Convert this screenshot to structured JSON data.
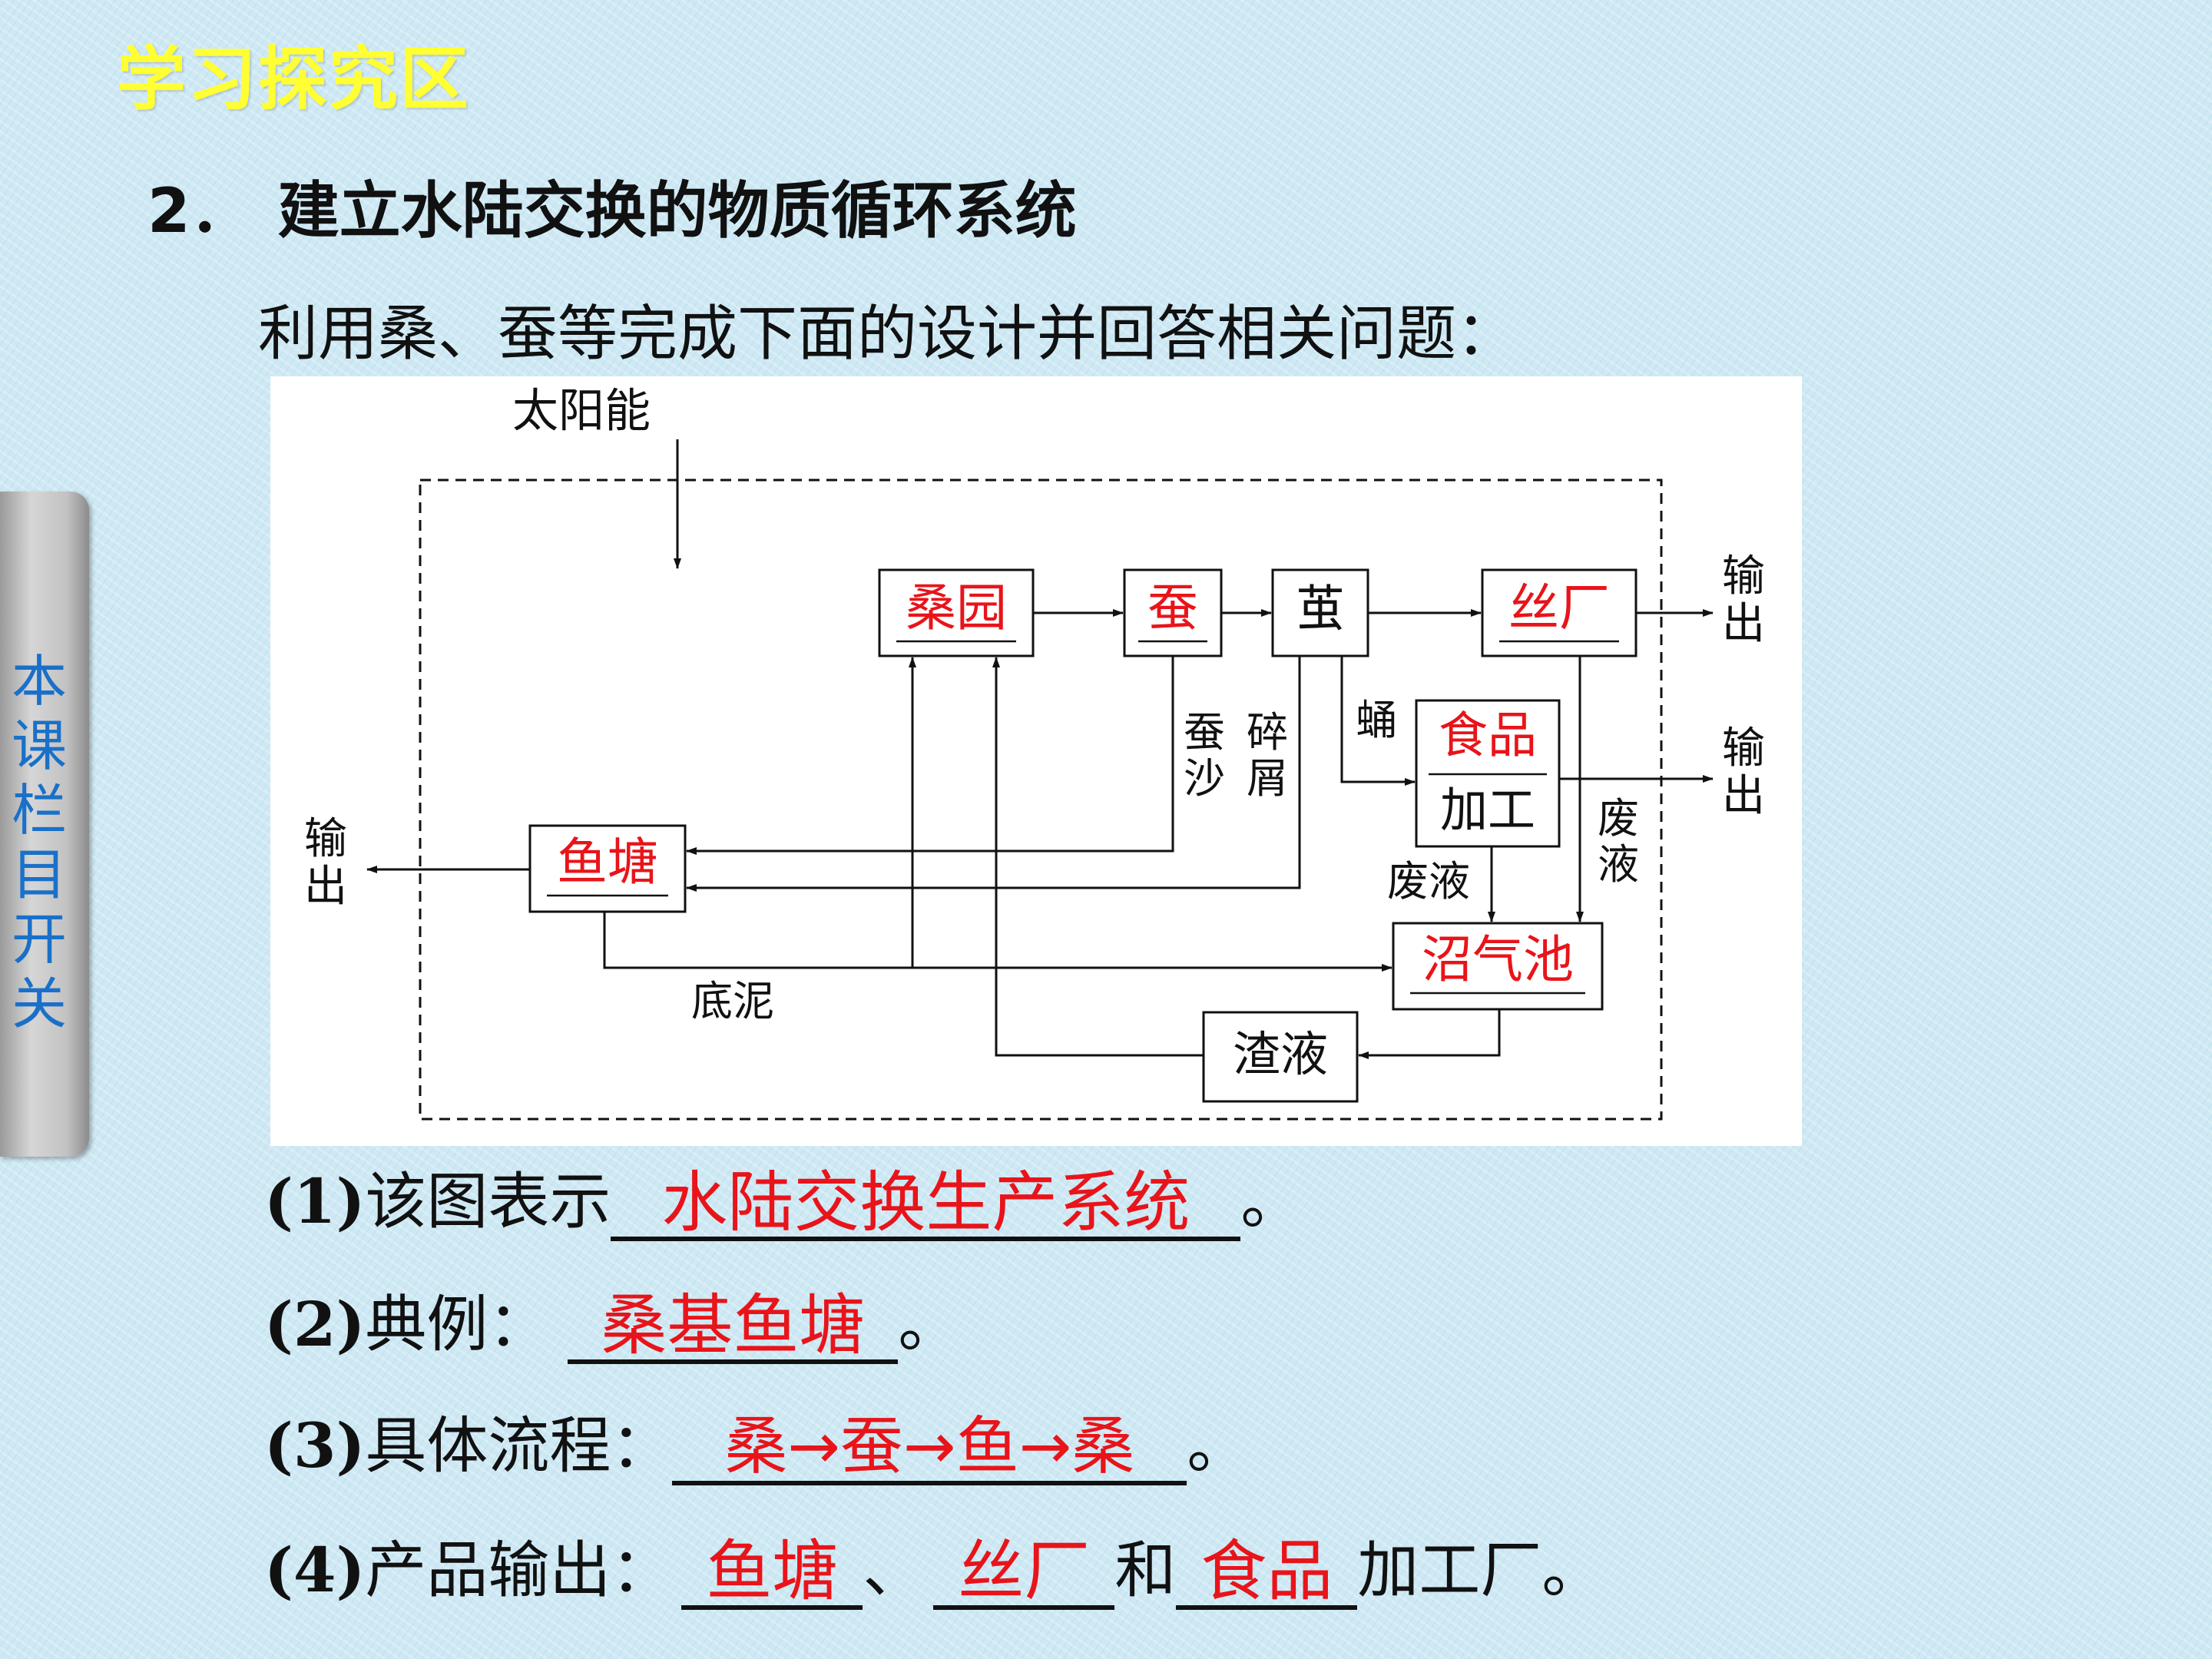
{
  "header": {
    "section_label": "学习探究区",
    "title_number": "2．",
    "title": "建立水陆交换的物质循环系统",
    "intro": "利用桑、蚕等完成下面的设计并回答相关问题："
  },
  "side_tab": {
    "label": "本课栏目开关"
  },
  "diagram": {
    "nodes": {
      "sun": "太阳能",
      "mulberry": "桑园",
      "silkworm": "蚕",
      "cocoon": "茧",
      "silk_factory": "丝厂",
      "food_processing_top": "食品",
      "food_processing_bottom": "加工",
      "fish_pond": "鱼塘",
      "biogas": "沼气池",
      "residue": "渣液"
    },
    "labels": {
      "output_right_top": "输出",
      "output_right_middle": "输出",
      "output_left": "输出",
      "silkworm_feces": "蚕沙",
      "scraps": "碎屑",
      "pupa": "蛹",
      "waste_liquid_left": "废液",
      "waste_liquid_right": "废液",
      "sludge": "底泥"
    },
    "colors": {
      "answer": "#e8141a",
      "line": "#111111"
    }
  },
  "questions": [
    {
      "num": "(1)",
      "prefix": "该图表示",
      "answers": [
        "水陆交换生产系统"
      ],
      "suffix": "。"
    },
    {
      "num": "(2)",
      "prefix": "典例：",
      "answers": [
        "桑基鱼塘"
      ],
      "suffix": "。"
    },
    {
      "num": "(3)",
      "prefix": "具体流程：",
      "answers": [
        "桑→蚕→鱼→桑"
      ],
      "suffix": "。"
    },
    {
      "num": "(4)",
      "prefix": "产品输出：",
      "answers": [
        "鱼塘",
        "丝厂",
        "食品"
      ],
      "connectors": [
        "、",
        "和"
      ],
      "suffix": "加工厂。"
    }
  ]
}
